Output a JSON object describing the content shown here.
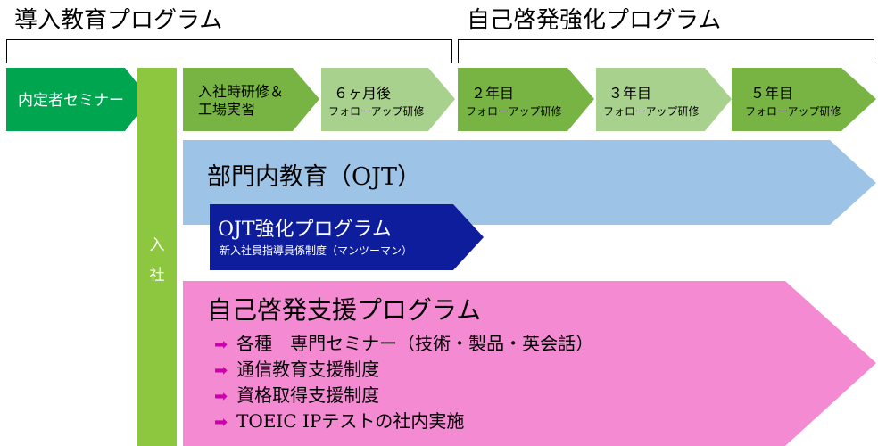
{
  "headings": {
    "intro": "導入教育プログラム",
    "self": "自己啓発強化プログラム"
  },
  "stages": {
    "naitei": "内定者セミナー",
    "entry": "入\n社",
    "step1_line1": "入社時研修＆",
    "step1_line2": "工場実習",
    "step2_line1": "６ヶ月後",
    "step2_line2": "フォローアップ研修",
    "step3_line1": "２年目",
    "step3_line2": "フォローアップ研修",
    "step4_line1": "３年目",
    "step4_line2": "フォローアップ研修",
    "step5_line1": "５年目",
    "step5_line2": "フォローアップ研修"
  },
  "ojt": {
    "title": "部門内教育（OJT）",
    "boost_title": "OJT強化プログラム",
    "boost_sub": "新入社員指導員係制度（マンツーマン）"
  },
  "support": {
    "title": "自己啓発支援プログラム",
    "items": [
      "各種　専門セミナー（技術・製品・英会話）",
      "通信教育支援制度",
      "資格取得支援制度",
      "TOEIC IPテストの社内実施"
    ]
  },
  "colors": {
    "dark_green": "#00a550",
    "lime": "#8dc63f",
    "mid_green": "#77b443",
    "light_green": "#a9d18e",
    "blue": "#9dc3e6",
    "navy": "#0e1d9c",
    "pink": "#f48ad2"
  }
}
